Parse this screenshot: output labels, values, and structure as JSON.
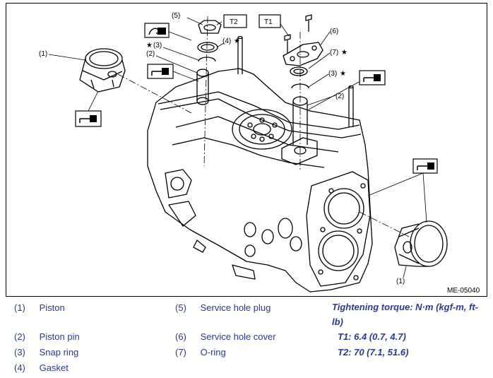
{
  "figure": {
    "id": "ME-05040",
    "callouts": {
      "c1a": "(1)",
      "c1b": "(1)",
      "c2a": "(2)",
      "c2b": "(2)",
      "c3a": "(3)",
      "c3b": "(3)",
      "c4": "(4)",
      "c5": "(5)",
      "c6": "(6)",
      "c7": "(7)",
      "t1": "T1",
      "t2": "T2",
      "star": "★"
    },
    "icons": [
      "oil-can-icon",
      "grease-icon",
      "torque-box-icon"
    ]
  },
  "legend": [
    {
      "num": "(1)",
      "name": "Piston"
    },
    {
      "num": "(2)",
      "name": "Piston pin"
    },
    {
      "num": "(3)",
      "name": "Snap ring"
    },
    {
      "num": "(4)",
      "name": "Gasket"
    },
    {
      "num": "(5)",
      "name": "Service hole plug"
    },
    {
      "num": "(6)",
      "name": "Service hole cover"
    },
    {
      "num": "(7)",
      "name": "O-ring"
    }
  ],
  "torque": {
    "title": "Tightening torque: N·m (kgf-m, ft-lb)",
    "t1": "T1:  6.4 (0.7, 4.7)",
    "t2": "T2:  70 (7.1, 51.6)"
  }
}
